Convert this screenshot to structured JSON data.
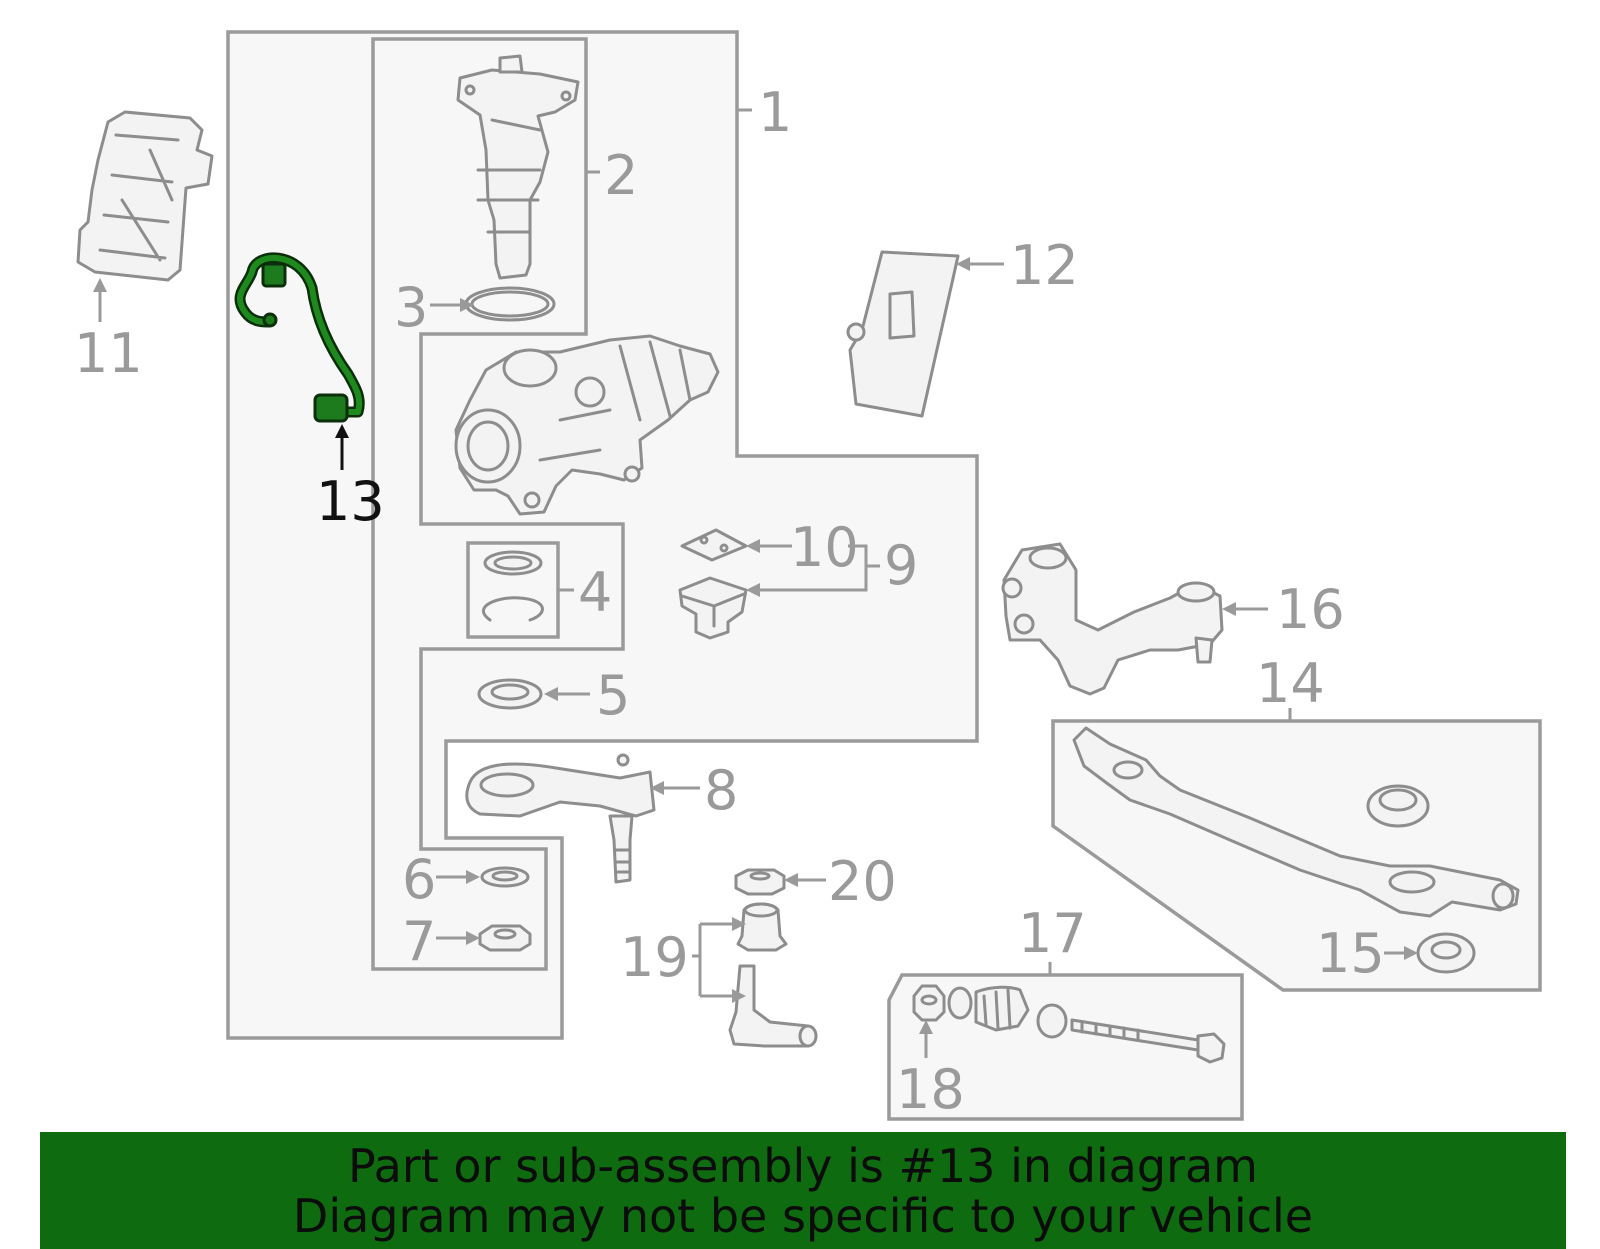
{
  "callouts": {
    "c1": "1",
    "c2": "2",
    "c3": "3",
    "c4": "4",
    "c5": "5",
    "c6": "6",
    "c7": "7",
    "c8": "8",
    "c9": "9",
    "c10": "10",
    "c11": "11",
    "c12": "12",
    "c13": "13",
    "c14": "14",
    "c15": "15",
    "c16": "16",
    "c17": "17",
    "c18": "18",
    "c19": "19",
    "c20": "20"
  },
  "highlight": {
    "part": "13",
    "color": "#1d7a1d"
  },
  "banner": {
    "line1": "Part or sub-assembly is #13 in diagram",
    "line2": "Diagram may not be specific to your vehicle",
    "background": "#0f6b0f"
  }
}
